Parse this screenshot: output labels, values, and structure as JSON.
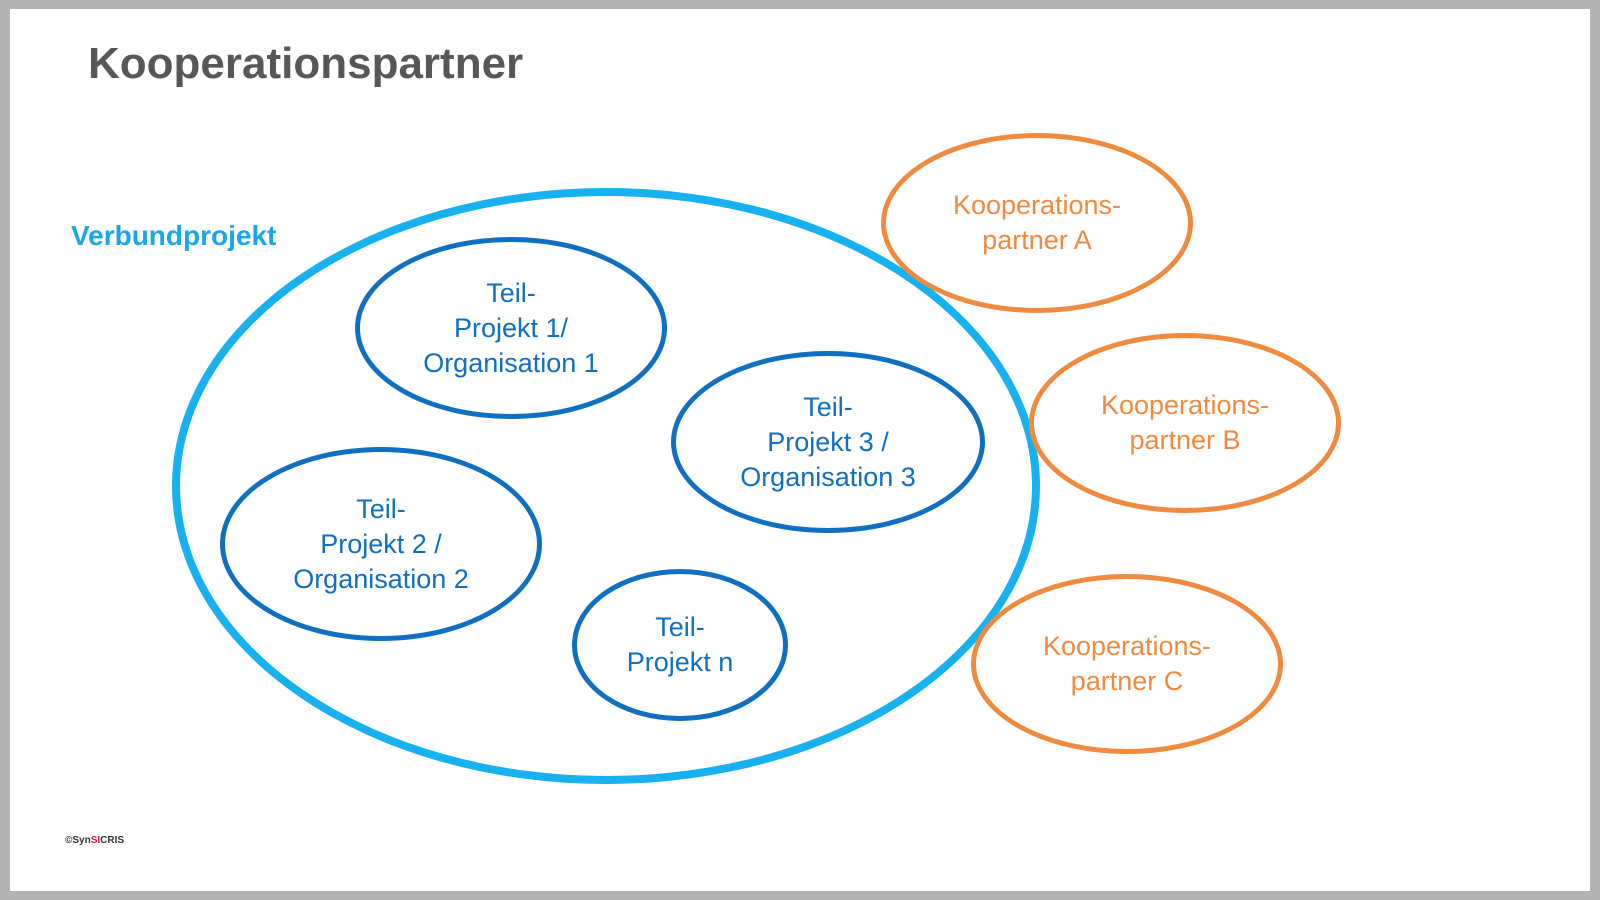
{
  "slide": {
    "title": "Kooperationspartner"
  },
  "diagram": {
    "group": {
      "label": "Verbundprojekt",
      "color": "#16b1ee"
    },
    "subprojects": [
      {
        "label": "Teil-\nProjekt 1/\nOrganisation 1"
      },
      {
        "label": "Teil-\nProjekt 3 /\nOrganisation 3"
      },
      {
        "label": "Teil-\nProjekt 2 /\nOrganisation 2"
      },
      {
        "label": "Teil-\nProjekt n"
      }
    ],
    "subproject_color": "#0f6fc0",
    "partners": [
      {
        "label": "Kooperations-\npartner A"
      },
      {
        "label": "Kooperations-\npartner B"
      },
      {
        "label": "Kooperations-\npartner C"
      }
    ],
    "partner_color": "#ef8a3e"
  },
  "footer": {
    "copyright_prefix": "©Syn",
    "copyright_accent": "SI",
    "copyright_suffix": "CRIS",
    "accent_color": "#d4145a"
  }
}
